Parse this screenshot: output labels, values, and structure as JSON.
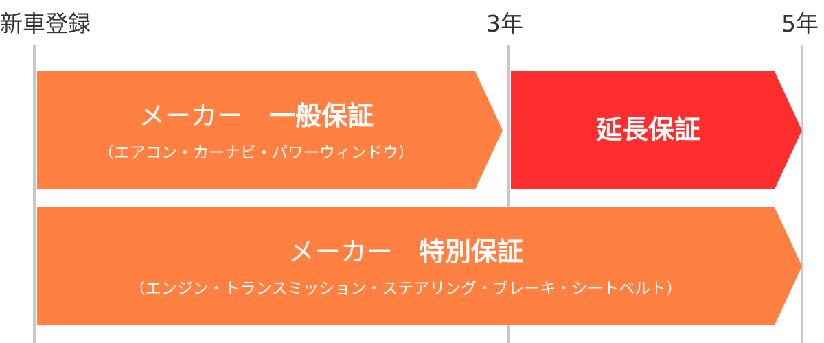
{
  "timeline": {
    "start_label": "新車登録",
    "mid_label": "3年",
    "end_label": "5年"
  },
  "blocks": {
    "general": {
      "title_prefix": "メーカー",
      "title_main": "一般保証",
      "subtitle": "（エアコン・カーナビ・パワーウィンドウ）"
    },
    "extended": {
      "title": "延長保証"
    },
    "special": {
      "title_prefix": "メーカー",
      "title_main": "特別保証",
      "subtitle": "（エンジン・トランスミッション・ステアリング・ブレーキ・シートベルト）"
    }
  },
  "colors": {
    "orange": "#ff8040",
    "red": "#ff2e2e",
    "line": "#c8c8c8",
    "text": "#333333"
  }
}
